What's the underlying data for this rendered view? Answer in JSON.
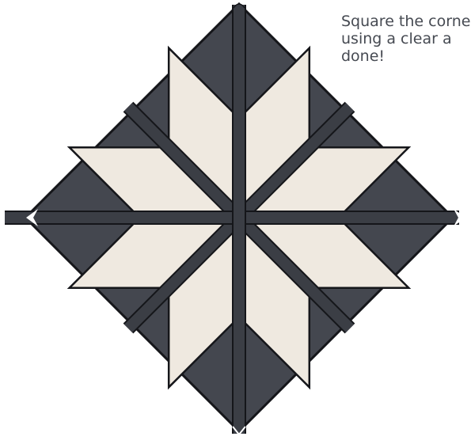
{
  "instruction": {
    "text": "Square the corner using a clear a done!"
  },
  "colors": {
    "background_fabric": "#44474f",
    "star_fabric": "#efe9e0",
    "seam_strip": "#3b3e45",
    "outline": "#15161a",
    "text": "#464a52"
  },
  "diagram": {
    "subject": "eight-point-star-quilt-block",
    "orientation": "on-point",
    "star_points": 8,
    "end_markers": [
      "left-chevron-icon",
      "right-chevron-icon"
    ]
  }
}
